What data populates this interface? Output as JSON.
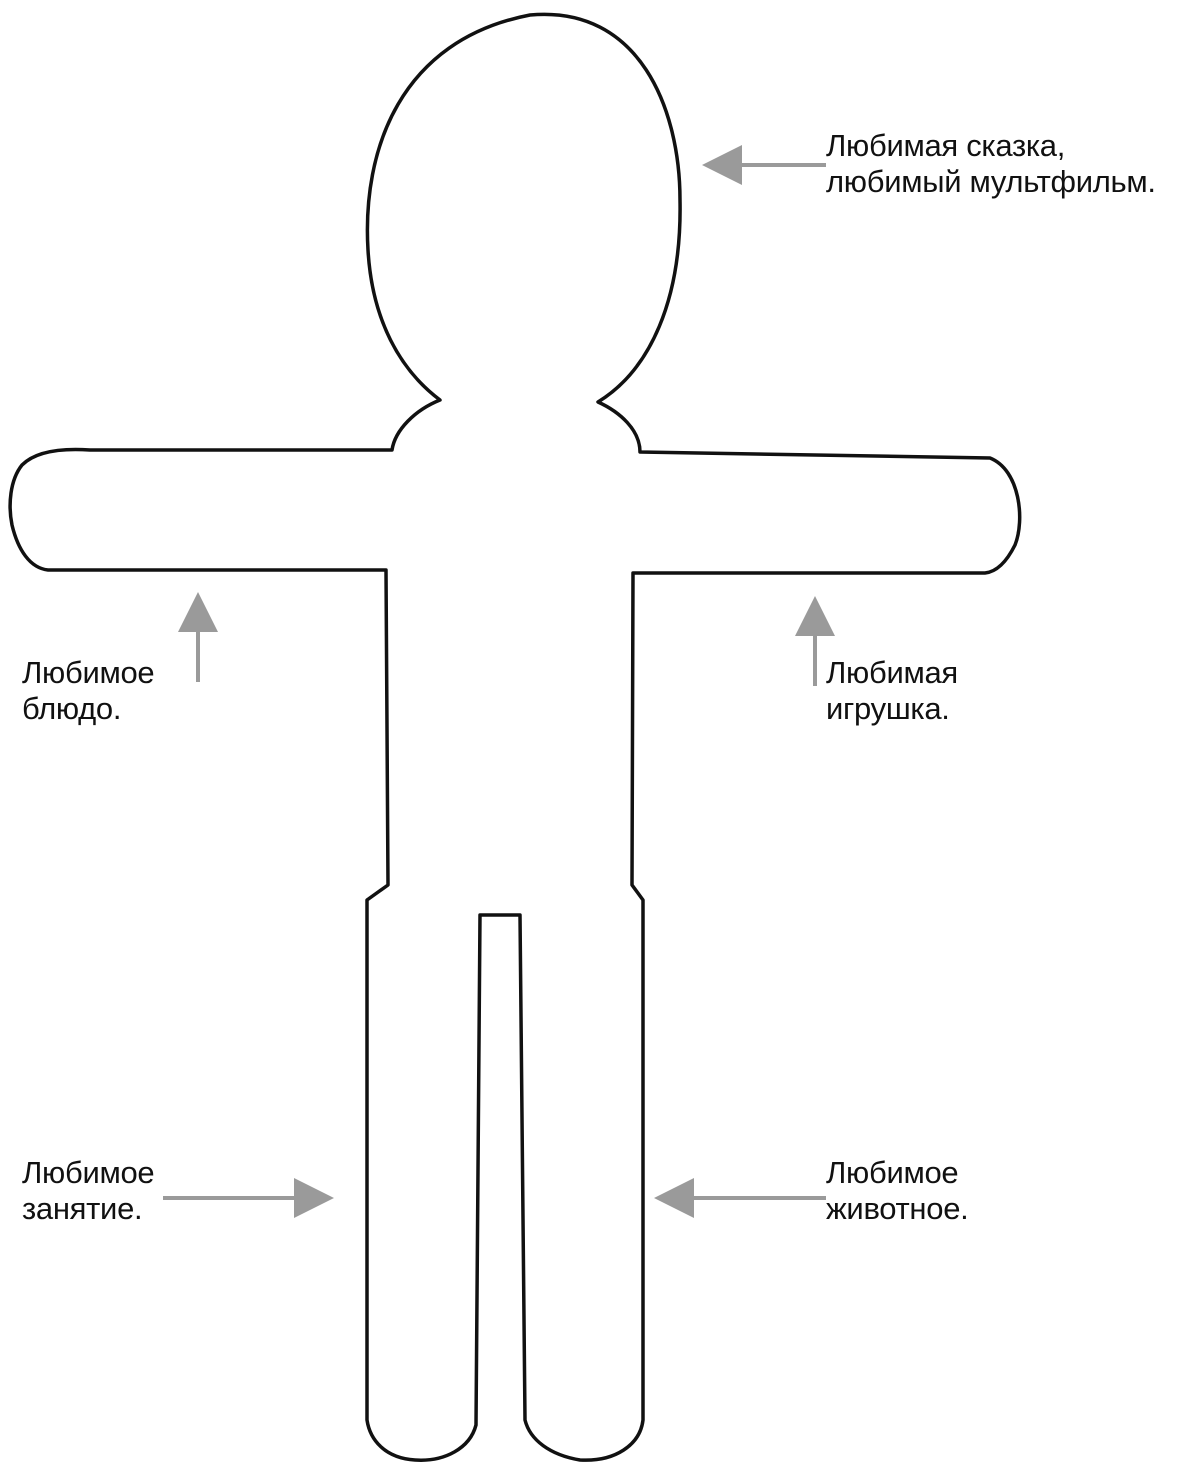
{
  "colors": {
    "outline": "#111111",
    "arrow": "#9a9a9a",
    "text": "#111111",
    "background": "#ffffff"
  },
  "labels": {
    "head": [
      "Любимая сказка,",
      "любимый мультфильм."
    ],
    "left_arm": [
      "Любимое",
      "блюдо."
    ],
    "right_arm": [
      "Любимая",
      "игрушка."
    ],
    "left_leg": [
      "Любимое",
      "занятие."
    ],
    "right_leg": [
      "Любимое",
      "животное."
    ]
  }
}
